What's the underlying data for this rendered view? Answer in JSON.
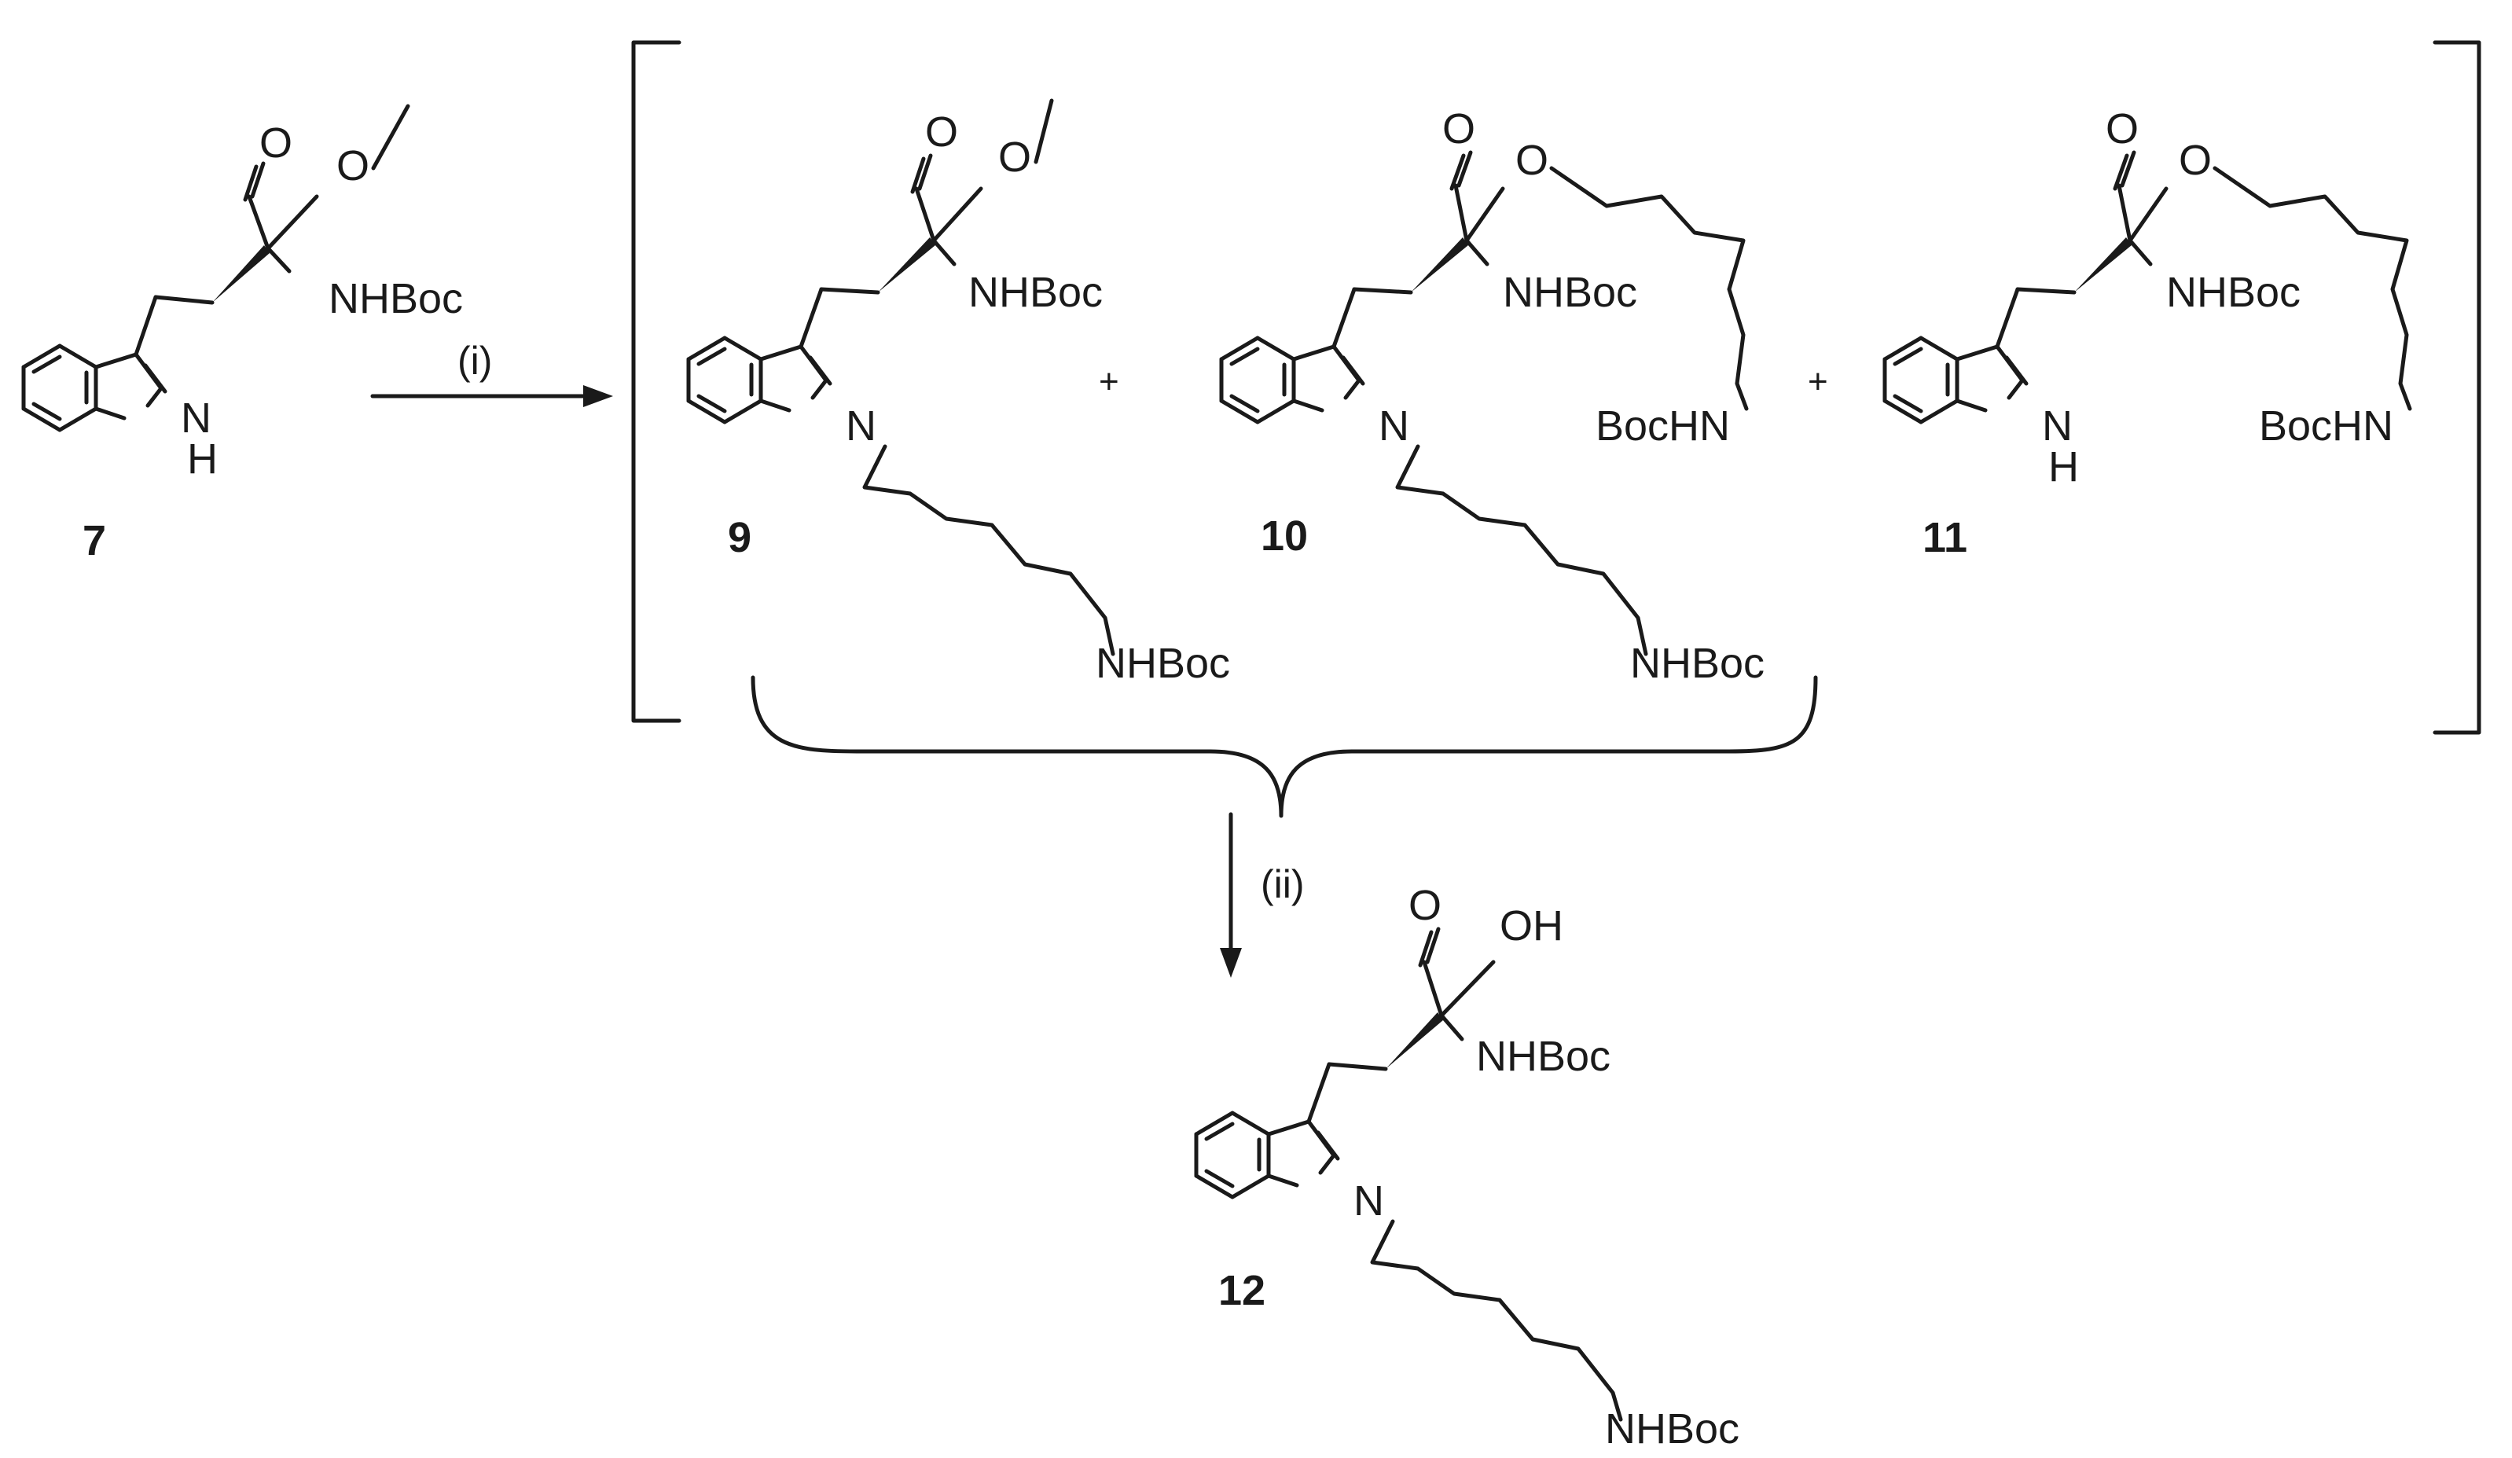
{
  "compounds": {
    "c7": {
      "label": "7",
      "atoms": {
        "carbonyl_o": "O",
        "ester_o": "O",
        "amine": "NHBoc",
        "ring_n": "N",
        "ring_h": "H"
      }
    },
    "c9": {
      "label": "9",
      "atoms": {
        "carbonyl_o": "O",
        "ester_o": "O",
        "amine": "NHBoc",
        "ring_n": "N",
        "tail_amine": "NHBoc"
      }
    },
    "c10": {
      "label": "10",
      "atoms": {
        "carbonyl_o": "O",
        "ester_o": "O",
        "amine": "NHBoc",
        "chain_amine": "BocHN",
        "ring_n": "N",
        "tail_amine": "NHBoc"
      }
    },
    "c11": {
      "label": "11",
      "atoms": {
        "carbonyl_o": "O",
        "ester_o": "O",
        "amine": "NHBoc",
        "chain_amine": "BocHN",
        "ring_n": "N",
        "ring_h": "H"
      }
    },
    "c12": {
      "label": "12",
      "atoms": {
        "carbonyl_o": "O",
        "acid_oh": "OH",
        "amine": "NHBoc",
        "ring_n": "N",
        "tail_amine": "NHBoc"
      }
    }
  },
  "conditions": {
    "step1": "(i)",
    "step2": "(ii)"
  },
  "operators": {
    "plus": "+"
  }
}
